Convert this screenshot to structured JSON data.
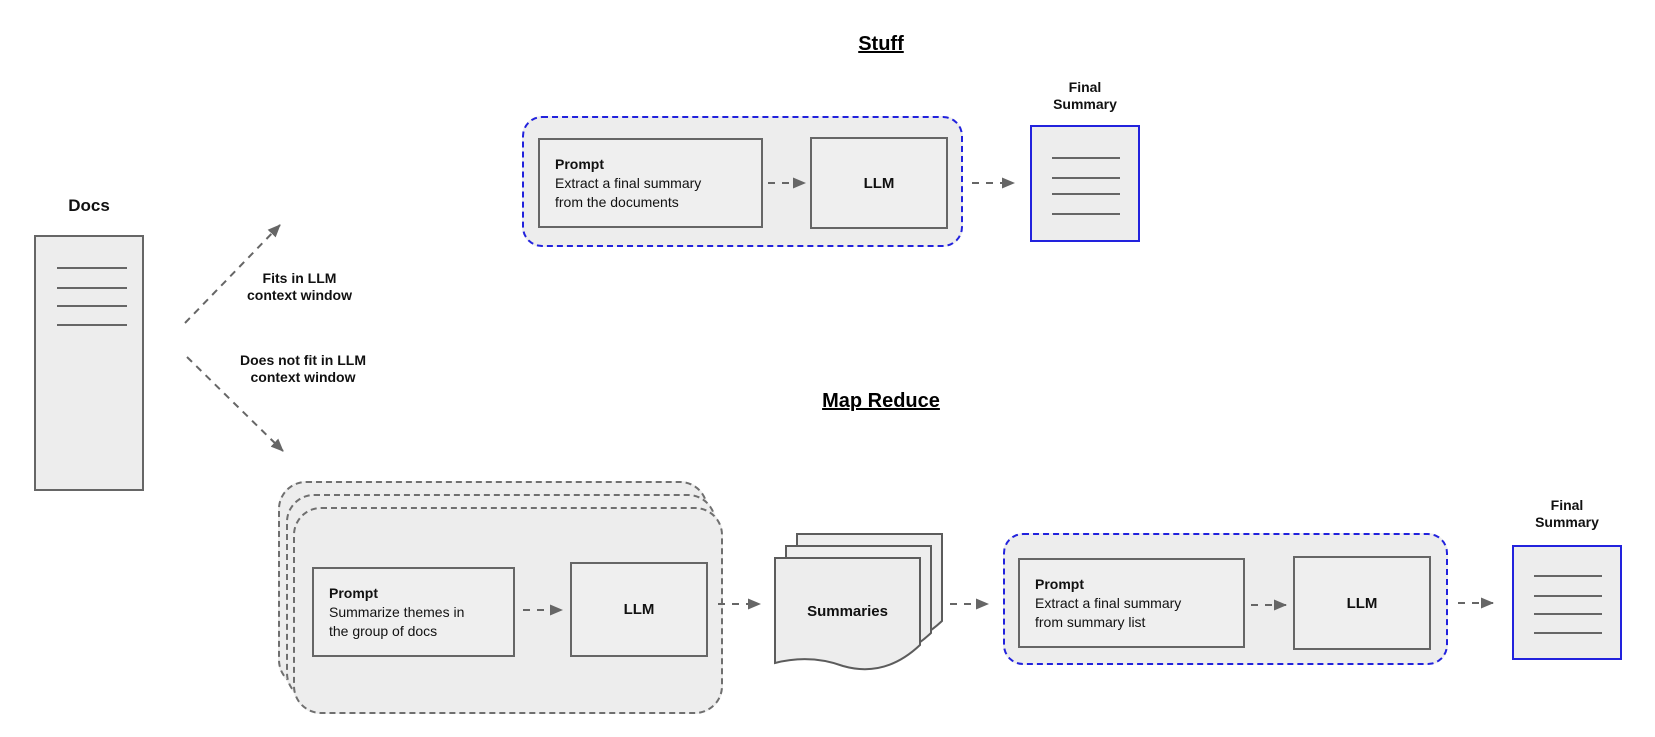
{
  "diagram": {
    "docs": {
      "label": "Docs"
    },
    "branches": {
      "fits": {
        "line1": "Fits in LLM",
        "line2": "context window"
      },
      "not_fits": {
        "line1": "Does not fit in LLM",
        "line2": "context window"
      }
    },
    "stuff": {
      "title": "Stuff",
      "prompt": {
        "heading": "Prompt",
        "line1": "Extract a final summary",
        "line2": "from the documents"
      },
      "llm_label": "LLM",
      "final_label": {
        "line1": "Final",
        "line2": "Summary"
      }
    },
    "map_reduce": {
      "title": "Map Reduce",
      "map_prompt": {
        "heading": "Prompt",
        "line1": "Summarize themes in",
        "line2": "the group of docs"
      },
      "map_llm_label": "LLM",
      "summaries_label": "Summaries",
      "reduce_prompt": {
        "heading": "Prompt",
        "line1": "Extract a final summary",
        "line2": "from summary list"
      },
      "reduce_llm_label": "LLM",
      "final_label": {
        "line1": "Final",
        "line2": "Summary"
      }
    },
    "colors": {
      "accent_blue": "#2222dd",
      "border_gray": "#666666",
      "fill_gray": "#ededed",
      "arrow_gray": "#666666"
    }
  }
}
